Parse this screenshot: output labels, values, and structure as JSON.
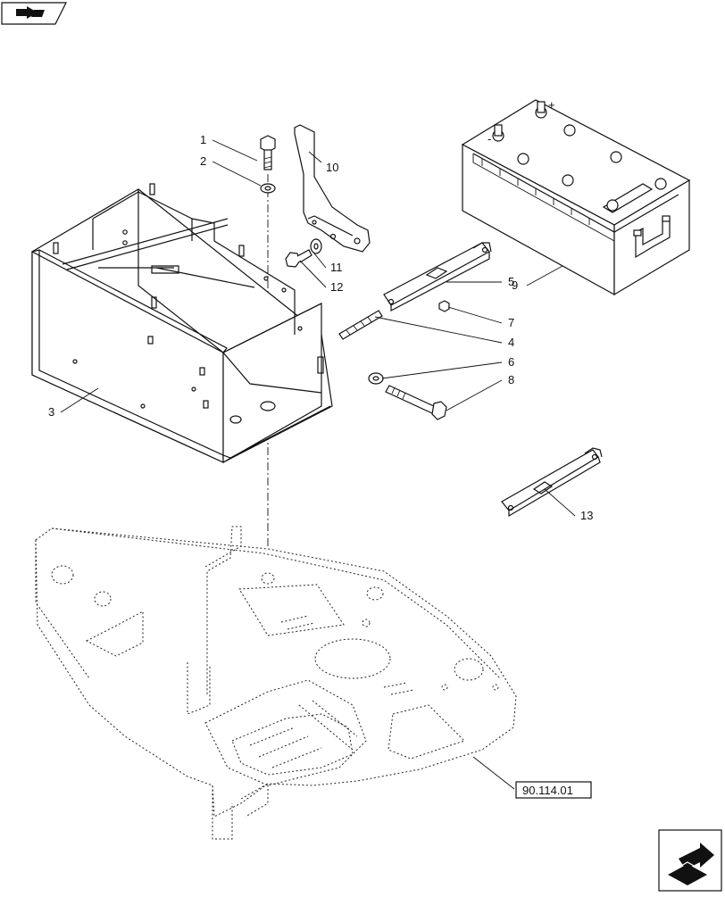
{
  "diagram": {
    "callouts": [
      {
        "id": "c1",
        "label": "1"
      },
      {
        "id": "c2",
        "label": "2"
      },
      {
        "id": "c3",
        "label": "3"
      },
      {
        "id": "c4",
        "label": "4"
      },
      {
        "id": "c5",
        "label": "5"
      },
      {
        "id": "c6",
        "label": "6"
      },
      {
        "id": "c7",
        "label": "7"
      },
      {
        "id": "c8",
        "label": "8"
      },
      {
        "id": "c9",
        "label": "9"
      },
      {
        "id": "c10",
        "label": "10"
      },
      {
        "id": "c11",
        "label": "11"
      },
      {
        "id": "c12",
        "label": "12"
      },
      {
        "id": "c13",
        "label": "13"
      }
    ],
    "reference_box": {
      "label": "90.114.01"
    },
    "battery_terminals": {
      "plus": "+",
      "minus": "-"
    }
  }
}
